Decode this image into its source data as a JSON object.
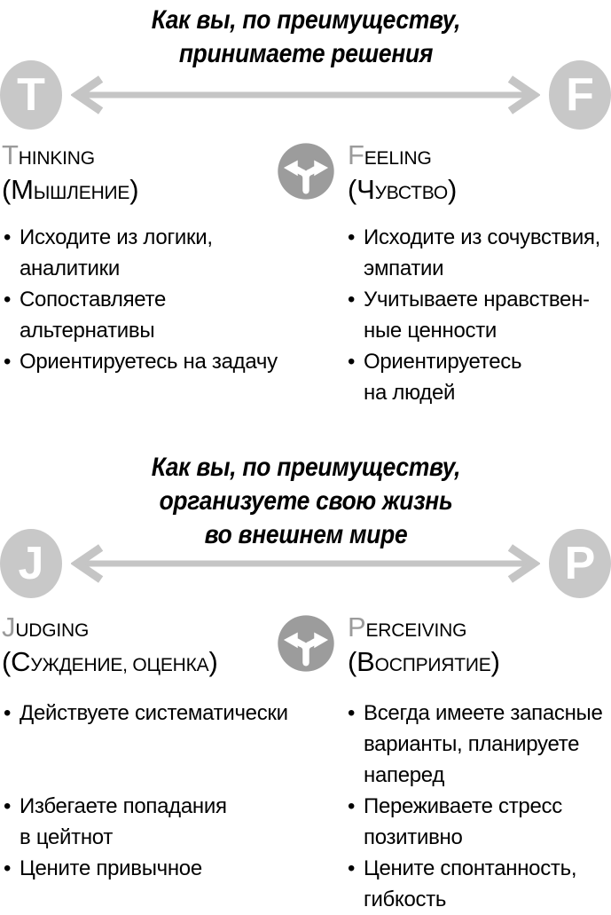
{
  "bullet_char": "•",
  "colors": {
    "pole_circle": "#c8c8c8",
    "arrow": "#c5c5c5",
    "icon_circle": "#9c9c9c",
    "heading_initial": "#9b9b9b",
    "text": "#000000"
  },
  "sections": [
    {
      "title": "Как вы, по преимуществу,\nпринимаете решения",
      "poles": {
        "left": "T",
        "right": "F"
      },
      "left_heading": {
        "en_initial": "T",
        "en_rest": "HINKING",
        "ru_open": "(М",
        "ru_small": "ЫШЛЕНИЕ",
        "ru_close": ")"
      },
      "right_heading": {
        "en_initial": "F",
        "en_rest": "EELING",
        "ru_open": "(Ч",
        "ru_small": "УВСТВО",
        "ru_close": ")"
      },
      "rows": [
        {
          "left": "Исходите из логики,\nаналитики",
          "right": "Исходите из сочувствия,\nэмпатии"
        },
        {
          "left": "Сопоставляете альтернативы",
          "right": "Учитываете нравствен-\nные ценности"
        },
        {
          "left": "Ориентируетесь на задачу",
          "right": "Ориентируетесь\nна людей"
        }
      ]
    },
    {
      "title": "Как вы, по преимуществу,\nорганизуете свою жизнь\nво внешнем мире",
      "poles": {
        "left": "J",
        "right": "P"
      },
      "left_heading": {
        "en_initial": "J",
        "en_rest": "UDGING",
        "ru_open": "(С",
        "ru_small": "УЖДЕНИЕ, ОЦЕНКА",
        "ru_close": ")"
      },
      "right_heading": {
        "en_initial": "P",
        "en_rest": "ERCEIVING",
        "ru_open": "(В",
        "ru_small": "ОСПРИЯТИЕ",
        "ru_close": ")"
      },
      "rows": [
        {
          "left": "Действуете систематически",
          "right": "Всегда имеете запасные\nварианты, планируете\nнаперед"
        },
        {
          "left": "Избегаете попадания\nв цейтнот",
          "right": "Переживаете стресс\nпозитивно"
        },
        {
          "left": "Цените привычное",
          "right": "Цените спонтанность,\nгибкость"
        }
      ]
    }
  ]
}
